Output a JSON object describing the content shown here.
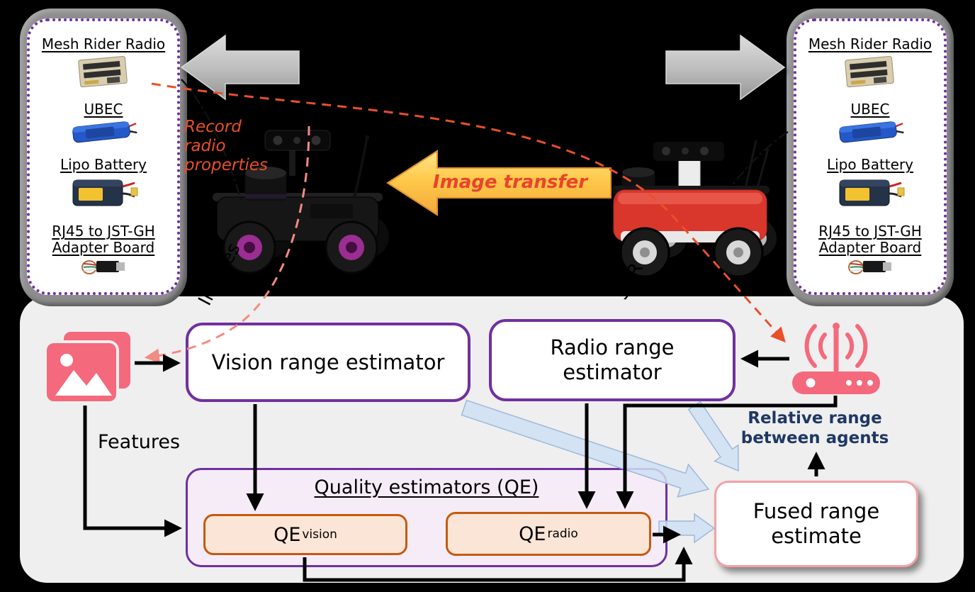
{
  "hardware_panels": {
    "left": {
      "items": [
        {
          "label": "Mesh Rider Radio"
        },
        {
          "label": "UBEC"
        },
        {
          "label": "Lipo Battery"
        },
        {
          "label": "RJ45 to JST-GH Adapter Board"
        }
      ]
    },
    "right": {
      "items": [
        {
          "label": "Mesh Rider Radio"
        },
        {
          "label": "UBEC"
        },
        {
          "label": "Lipo Battery"
        },
        {
          "label": "RJ45 to JST-GH Adapter Board"
        }
      ]
    }
  },
  "top_flow": {
    "image_transfer_label": "Image transfer",
    "record_radio_label": "Record radio properties",
    "images_label": "Images",
    "snr_label": "SNR"
  },
  "pipeline": {
    "vision_estimator_label": "Vision range estimator",
    "radio_estimator_label": "Radio range estimator",
    "features_label": "Features",
    "relative_range_label": "Relative range between agents",
    "quality_panel": {
      "title": "Quality estimators (QE)",
      "qe_vision": {
        "base": "QE",
        "sub": "vision"
      },
      "qe_radio": {
        "base": "QE",
        "sub": "radio"
      }
    },
    "fused_label": "Fused range estimate"
  },
  "icons": {
    "images_icon": "photo-stack",
    "router_icon": "wifi-router-antenna"
  },
  "colors": {
    "purple_border": "#7030A0",
    "orange_border": "#C55A11",
    "orange_fill": "#FBE5D6",
    "quality_panel_fill": "#F6ECF8",
    "pink_icon": "#F4697C",
    "fused_border": "#F4A0A6",
    "navy_text": "#1F3864",
    "red_orange": "#E8502A",
    "salmon_dash": "#F28B82",
    "gold_arrow": "#FFC94A",
    "panel_gray": "#EFEFEF",
    "hardware_panel_gray": "#8D8D8D"
  }
}
